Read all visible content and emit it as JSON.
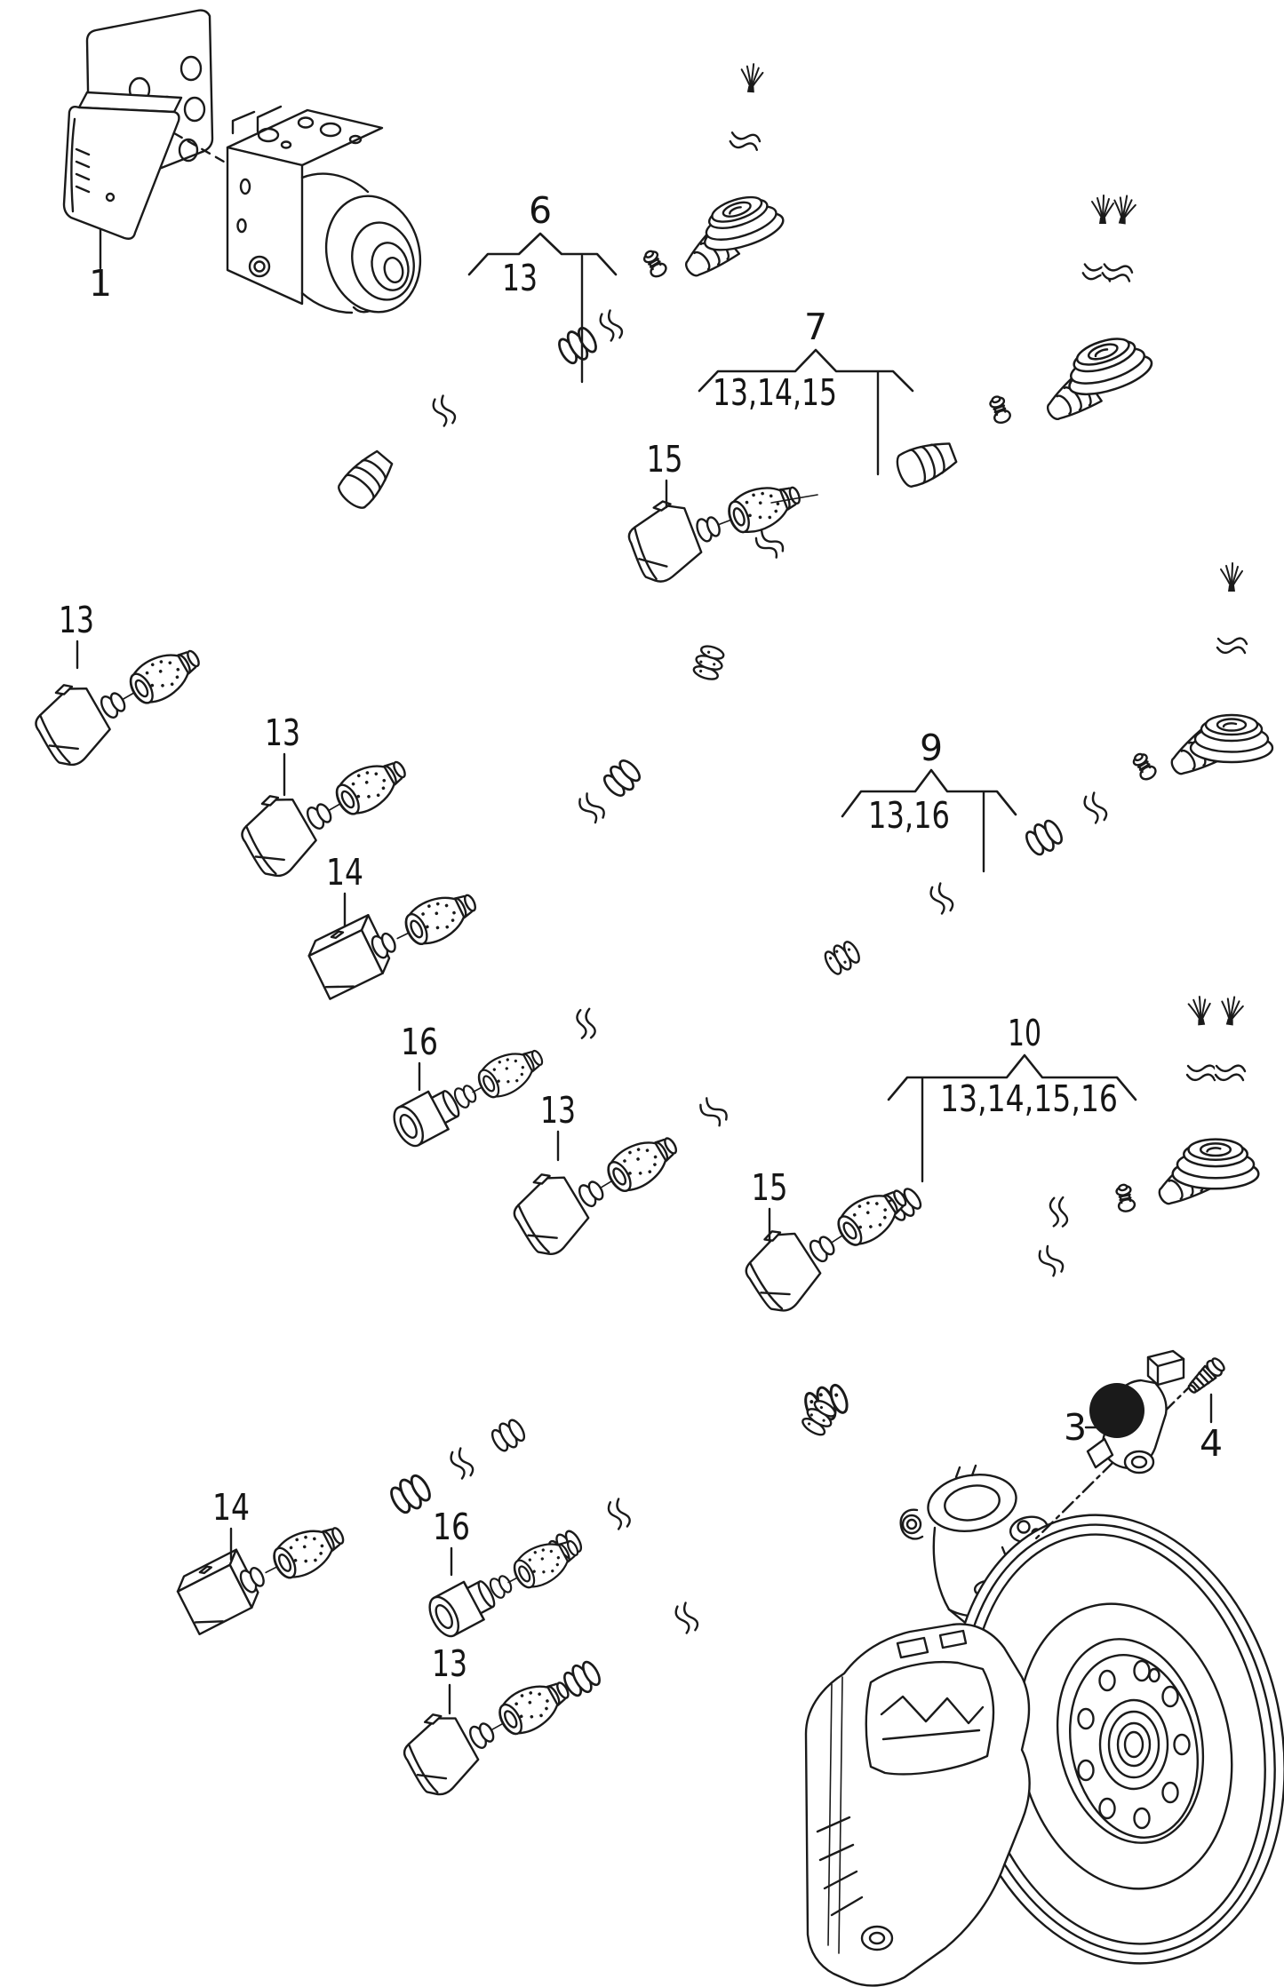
{
  "diagram": {
    "background": "#ffffff",
    "line_color": "#1a1a1a",
    "highlight_color": "#000000",
    "callouts": {
      "abs_control_unit": "1",
      "speed_sensor": "3",
      "sensor_bolt": "4"
    },
    "harness_brackets": [
      {
        "num": "6",
        "parts": "13"
      },
      {
        "num": "7",
        "parts": "13,14,15"
      },
      {
        "num": "9",
        "parts": "13,16"
      },
      {
        "num": "10",
        "parts": "13,14,15,16"
      }
    ],
    "connector_callouts": [
      {
        "harness": "6",
        "text": "13"
      },
      {
        "harness": "7",
        "text": "15"
      },
      {
        "harness": "7",
        "text": "13"
      },
      {
        "harness": "7",
        "text": "14"
      },
      {
        "harness": "9",
        "text": "16"
      },
      {
        "harness": "9",
        "text": "13"
      },
      {
        "harness": "10",
        "text": "15"
      },
      {
        "harness": "10",
        "text": "14"
      },
      {
        "harness": "10",
        "text": "16"
      },
      {
        "harness": "10",
        "text": "13"
      }
    ]
  }
}
